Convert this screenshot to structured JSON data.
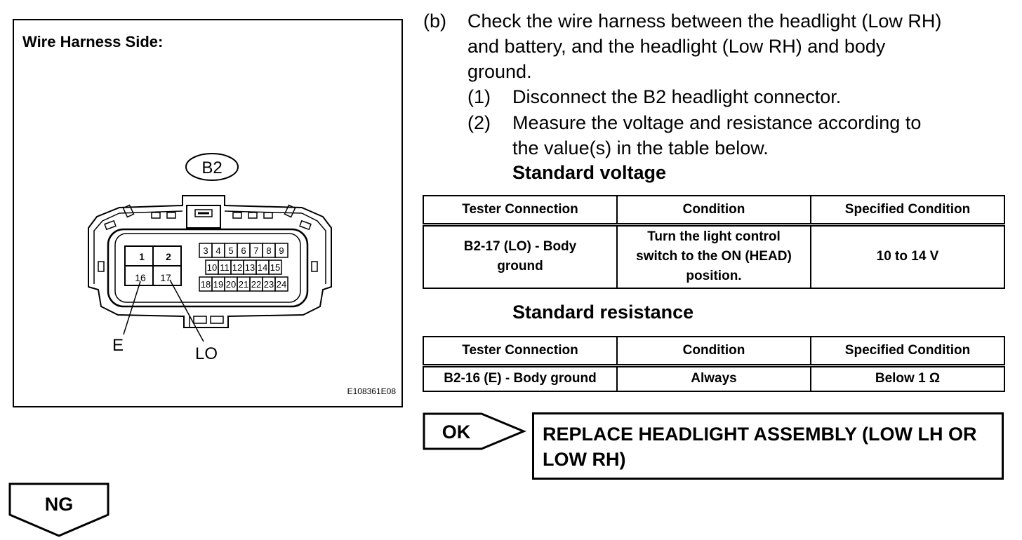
{
  "figure": {
    "title": "Wire Harness Side:",
    "connector_label": "B2",
    "pin_labels": {
      "left": [
        "1",
        "2",
        "16",
        "17"
      ],
      "right_top": [
        "3",
        "4",
        "5",
        "6",
        "7",
        "8",
        "9"
      ],
      "right_mid": [
        "10",
        "11",
        "12",
        "13",
        "14",
        "15"
      ],
      "right_bottom": [
        "18",
        "19",
        "20",
        "21",
        "22",
        "23",
        "24"
      ]
    },
    "callout_e": "E",
    "callout_lo": "LO",
    "code": "E108361E08"
  },
  "step": {
    "marker": "(b)",
    "text_lines": [
      "Check the wire harness between the headlight (Low RH)",
      "and battery, and the headlight (Low RH) and body",
      "ground."
    ],
    "sub1_marker": "(1)",
    "sub1_text": "Disconnect the B2 headlight connector.",
    "sub2_marker": "(2)",
    "sub2_lines": [
      "Measure the voltage and resistance according to",
      "the value(s) in the table below."
    ],
    "voltage_heading": "Standard voltage",
    "resistance_heading": "Standard resistance"
  },
  "voltage_table": {
    "headers": [
      "Tester Connection",
      "Condition",
      "Specified Condition"
    ],
    "rows": [
      [
        "B2-17 (LO) - Body ground",
        "Turn the light control switch to the ON (HEAD) position.",
        "10 to 14 V"
      ]
    ]
  },
  "resistance_table": {
    "headers": [
      "Tester Connection",
      "Condition",
      "Specified Condition"
    ],
    "rows": [
      [
        "B2-16 (E) - Body ground",
        "Always",
        "Below 1 Ω"
      ]
    ]
  },
  "ok_label": "OK",
  "result_text": "REPLACE HEADLIGHT ASSEMBLY (LOW LH OR LOW RH)",
  "ng_label": "NG"
}
